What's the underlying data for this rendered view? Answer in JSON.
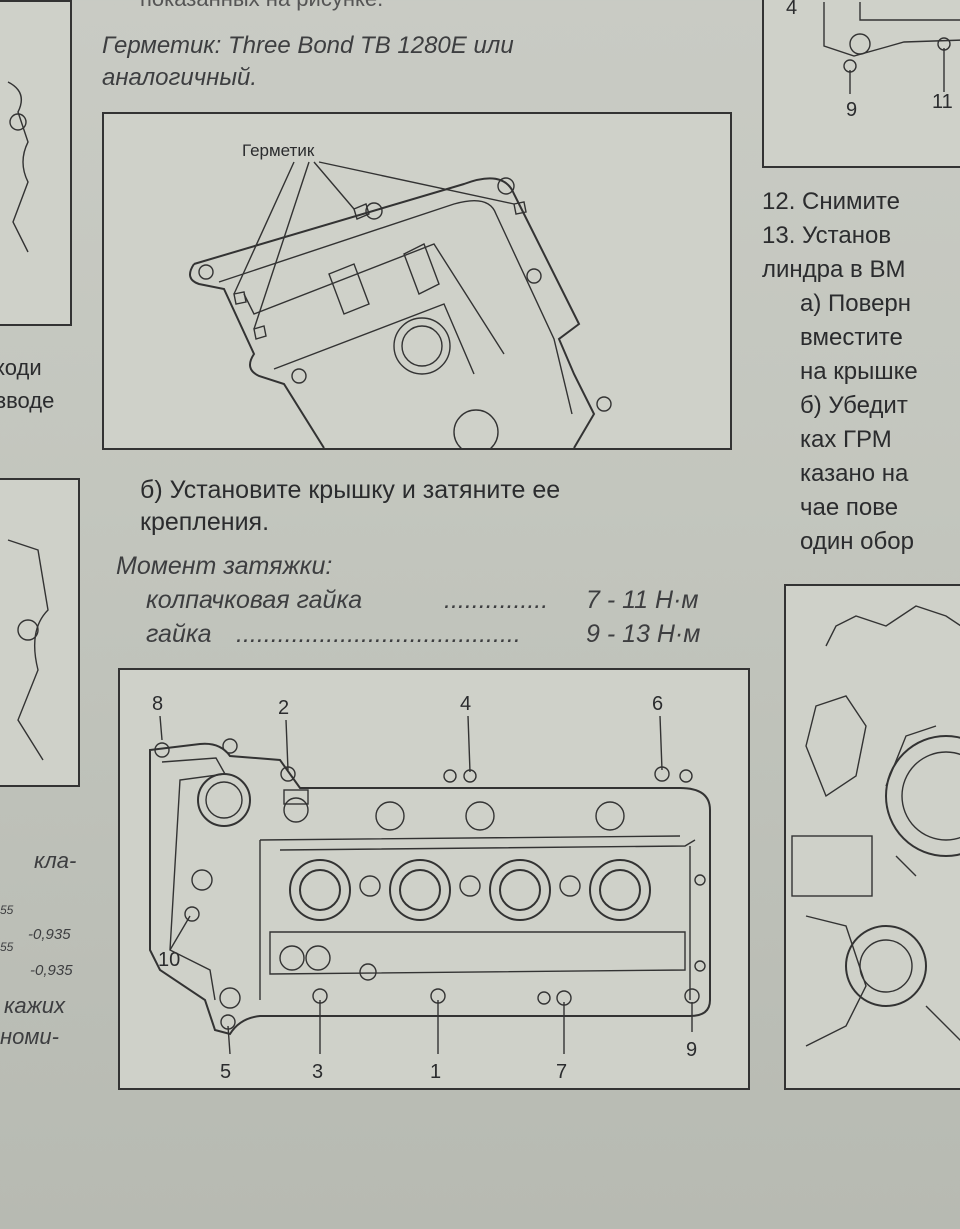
{
  "left_column": {
    "top_cut_line": "показанных на рисунке.",
    "sealant_line1": "Герметик: Three Bond TB 1280E или",
    "sealant_line2": "аналогичный.",
    "figure1_label": "Герметик",
    "step_b_line1": "б) Установите крышку и затяните ее",
    "step_b_line2": "крепления.",
    "torque_title": "Момент затяжки:",
    "torque_rows": [
      {
        "name": "колпачковая гайка",
        "dots": "...............",
        "value": "7 - 11 Н·м"
      },
      {
        "name": "гайка",
        "dots": ".........................................",
        "value": "9 - 13 Н·м"
      }
    ],
    "bolt_numbers": [
      "8",
      "2",
      "4",
      "6",
      "10",
      "5",
      "3",
      "1",
      "7",
      "9"
    ]
  },
  "far_left_fragments": {
    "frag1": "ходи",
    "frag2": "зводе",
    "frag3": "кла-",
    "frag4": "кажих",
    "frag5": "номи-",
    "tol1": "-0,935",
    "tol2": "-0,935",
    "tol_small1": "55",
    "tol_small2": "55"
  },
  "right_column": {
    "top_numbers": [
      "4",
      "9",
      "11"
    ],
    "lines": [
      "12. Снимите",
      "13.  Установ",
      "линдра в ВМ",
      "а) Поверн",
      "вместите",
      "на крышке",
      "б) Убедит",
      "ках ГРМ",
      "казано на",
      "чае  пове",
      "один обор"
    ]
  }
}
